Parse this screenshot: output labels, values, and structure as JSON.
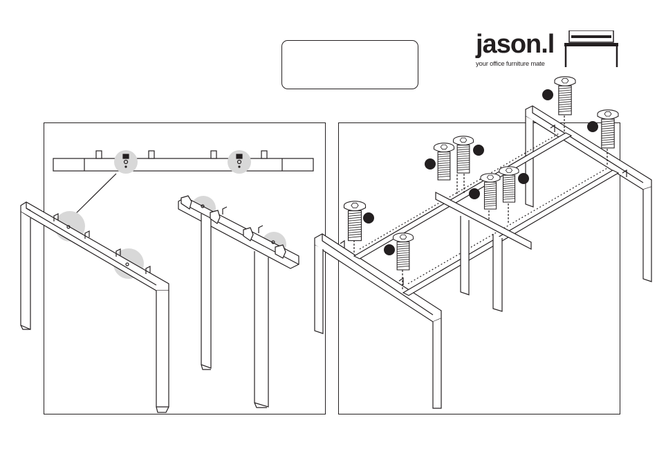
{
  "brand": {
    "name": "jason.l",
    "tagline": "your office furniture mate",
    "logo_icon": "desk-icon"
  },
  "label_box": {
    "text": ""
  },
  "steps": [
    {
      "id": "step-a",
      "illustration": "frame-bracket-bolt-positions"
    },
    {
      "id": "step-b",
      "illustration": "frame-bolts-assembly",
      "bolt_count": 8
    }
  ],
  "icons": [
    "bolt-icon",
    "callout-marker-icon",
    "desk-icon",
    "leader-arrow-icon"
  ],
  "colors": {
    "line": "#231f20",
    "highlight": "#d8d8d8",
    "paper": "#ffffff"
  }
}
